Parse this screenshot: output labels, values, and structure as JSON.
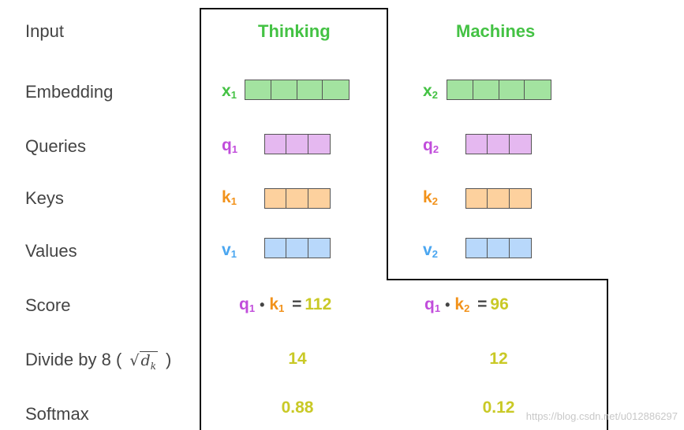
{
  "labels": {
    "input": "Input",
    "embedding": "Embedding",
    "queries": "Queries",
    "keys": "Keys",
    "values": "Values",
    "score": "Score",
    "divide_prefix": "Divide by 8 (",
    "divide_suffix": ")",
    "softmax": "Softmax"
  },
  "words": [
    "Thinking",
    "Machines"
  ],
  "vectors": {
    "x1": {
      "symbol": "x",
      "sub": "1",
      "cells": 4
    },
    "x2": {
      "symbol": "x",
      "sub": "2",
      "cells": 4
    },
    "q1": {
      "symbol": "q",
      "sub": "1",
      "cells": 3
    },
    "q2": {
      "symbol": "q",
      "sub": "2",
      "cells": 3
    },
    "k1": {
      "symbol": "k",
      "sub": "1",
      "cells": 3
    },
    "k2": {
      "symbol": "k",
      "sub": "2",
      "cells": 3
    },
    "v1": {
      "symbol": "v",
      "sub": "1",
      "cells": 3
    },
    "v2": {
      "symbol": "v",
      "sub": "2",
      "cells": 3
    }
  },
  "scores": [
    {
      "q": "q",
      "q_sub": "1",
      "k": "k",
      "k_sub": "1",
      "dot": "•",
      "eq": "=",
      "value": "112"
    },
    {
      "q": "q",
      "q_sub": "1",
      "k": "k",
      "k_sub": "2",
      "dot": "•",
      "eq": "=",
      "value": "96"
    }
  ],
  "divided": [
    "14",
    "12"
  ],
  "softmax": [
    "0.88",
    "0.12"
  ],
  "watermark": "https://blog.csdn.net/u012886297",
  "colors": {
    "word": "#44c244",
    "x_fill": "#a3e3a0",
    "q_fill": "#e5b8f0",
    "k_fill": "#fdd19e",
    "v_fill": "#b8d8fb",
    "x_label": "#44c244",
    "q_label": "#c14ddb",
    "k_label": "#f2921a",
    "v_label": "#4aa6f0",
    "number": "#c9c926"
  }
}
